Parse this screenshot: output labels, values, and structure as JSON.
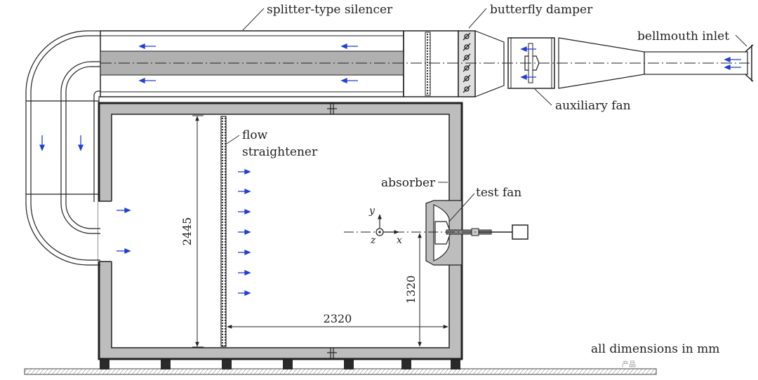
{
  "labels": {
    "splitter_silencer": "splitter-type silencer",
    "butterfly_damper": "butterfly damper",
    "bellmouth_inlet": "bellmouth inlet",
    "auxiliary_fan": "auxiliary fan",
    "flow_straightener_line1": "flow",
    "flow_straightener_line2": "straightener",
    "absorber": "absorber",
    "test_fan": "test fan",
    "units_note": "all dimensions in mm",
    "watermark": "产品"
  },
  "dimensions": {
    "height": "2445",
    "length": "2320",
    "offset": "1320"
  },
  "axes": {
    "x": "x",
    "y": "y",
    "z": "z"
  },
  "colors": {
    "wall_fill": "#bdbdbd",
    "outline": "#222222",
    "splitter": "#b0b0b0",
    "flow_arrow": "#1f3fd6",
    "leader": "#333333"
  }
}
